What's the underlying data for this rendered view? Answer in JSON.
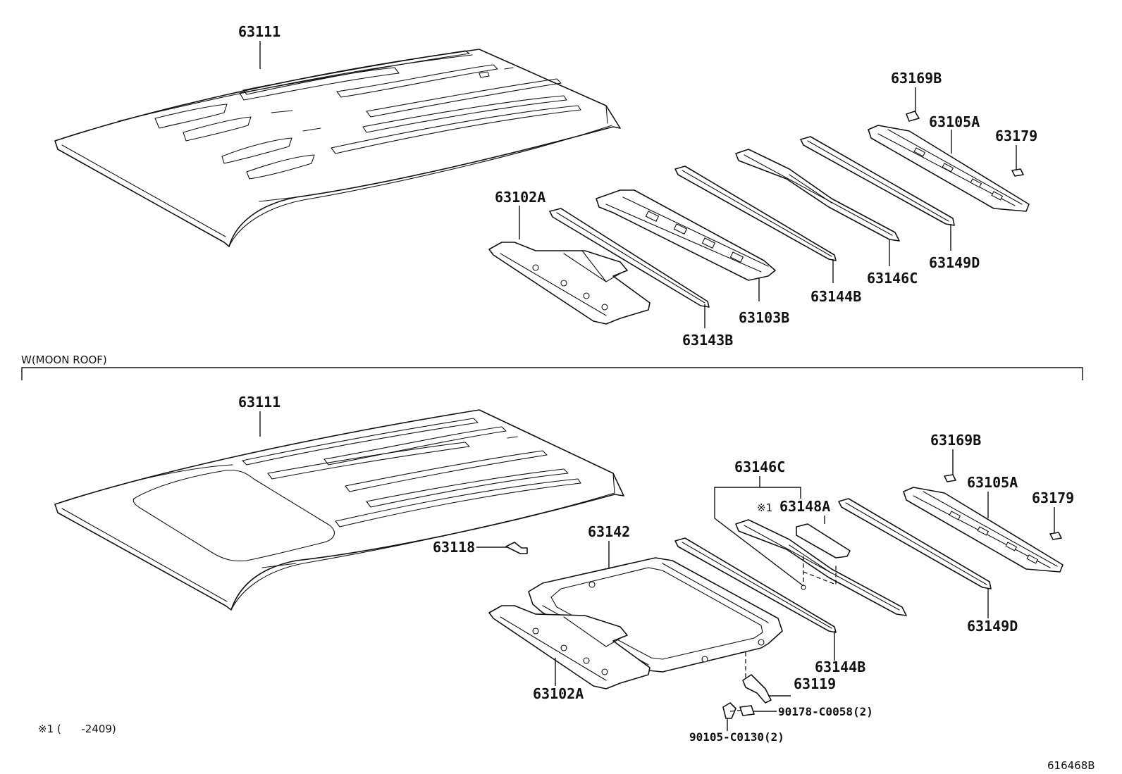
{
  "diagram": {
    "top": {
      "labels": [
        "63111",
        "63169B",
        "63105A",
        "63179",
        "63102A",
        "63149D",
        "63146C",
        "63144B",
        "63103B",
        "63143B"
      ]
    },
    "section_title": "W(MOON ROOF)",
    "bottom": {
      "labels": [
        "63111",
        "63169B",
        "63105A",
        "63179",
        "63146C",
        "63148A",
        "63142",
        "63118",
        "63149D",
        "63144B",
        "63119",
        "90178-C0058(2)",
        "90105-C0130(2)",
        "63102A"
      ],
      "note_marker": "※1"
    },
    "footnote": "※1 (      -2409)",
    "drawing_id": "616468B"
  }
}
